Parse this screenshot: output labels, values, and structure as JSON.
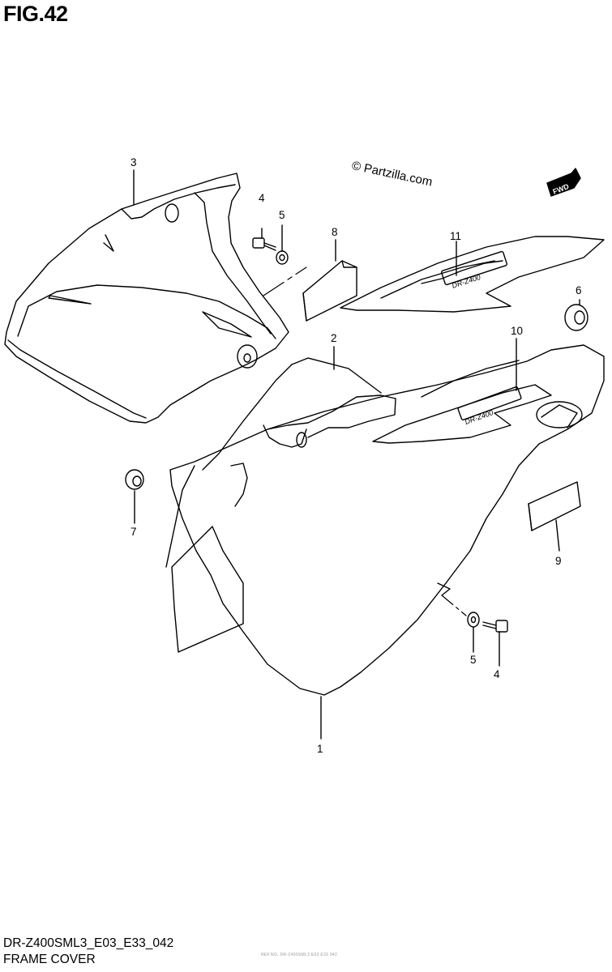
{
  "header": {
    "figure_label": "FIG.42"
  },
  "watermark": {
    "text": "© Partzilla.com"
  },
  "fwd_badge": {
    "text": "FWD"
  },
  "callouts": [
    "3",
    "4",
    "5",
    "8",
    "11",
    "6",
    "2",
    "10",
    "7",
    "9",
    "5",
    "4",
    "1"
  ],
  "decals": {
    "brand_text": "DR-Z400"
  },
  "footer": {
    "model_code": "DR-Z400SML3_E03_E33_042",
    "section_name": "FRAME COVER",
    "fine_print": "REF.NO. DR-Z400SML3 E03 E33 042"
  }
}
